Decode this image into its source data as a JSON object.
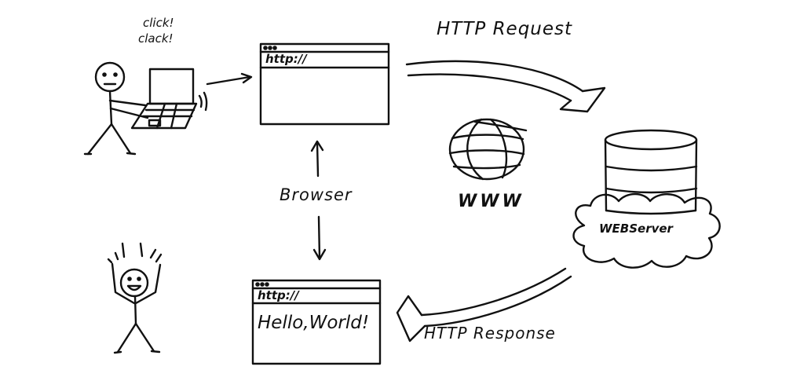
{
  "annotations": {
    "click_sound": [
      "click!",
      "clack!"
    ]
  },
  "browser": {
    "top_window": {
      "address": "http://"
    },
    "bottom_window": {
      "address": "http://",
      "content": "Hello,World!"
    },
    "label": "Browser"
  },
  "network": {
    "label": "WWW"
  },
  "server": {
    "label": "WEBServer"
  },
  "http": {
    "request_label": "HTTP Request",
    "response_label": "HTTP Response"
  },
  "style": {
    "ink": "#111111",
    "background": "#ffffff"
  }
}
